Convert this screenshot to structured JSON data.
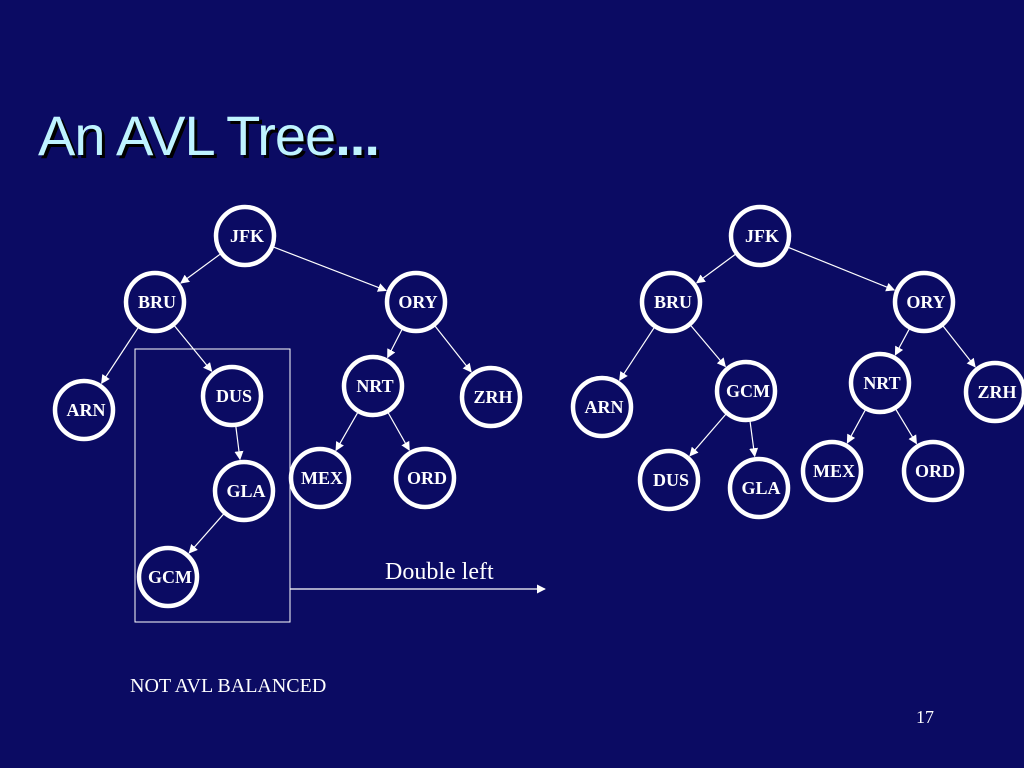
{
  "slide": {
    "title": "An AVL Tree",
    "title_suffix": "...",
    "operation_label": "Double left",
    "status_note": "NOT AVL BALANCED",
    "page_number": "17"
  },
  "colors": {
    "background": "#0b0b63",
    "title_text": "#bff3ff",
    "ink": "#ffffff"
  },
  "trees": [
    {
      "id": "before",
      "nodes": [
        {
          "key": "JFK"
        },
        {
          "key": "BRU"
        },
        {
          "key": "ORY"
        },
        {
          "key": "ARN"
        },
        {
          "key": "DUS"
        },
        {
          "key": "NRT"
        },
        {
          "key": "ZRH"
        },
        {
          "key": "GLA"
        },
        {
          "key": "MEX"
        },
        {
          "key": "ORD"
        },
        {
          "key": "GCM"
        }
      ],
      "edges": [
        [
          "JFK",
          "BRU"
        ],
        [
          "JFK",
          "ORY"
        ],
        [
          "BRU",
          "ARN"
        ],
        [
          "BRU",
          "DUS"
        ],
        [
          "ORY",
          "NRT"
        ],
        [
          "ORY",
          "ZRH"
        ],
        [
          "DUS",
          "GLA"
        ],
        [
          "NRT",
          "MEX"
        ],
        [
          "NRT",
          "ORD"
        ],
        [
          "GLA",
          "GCM"
        ]
      ]
    },
    {
      "id": "after",
      "nodes": [
        {
          "key": "JFK"
        },
        {
          "key": "BRU"
        },
        {
          "key": "ORY"
        },
        {
          "key": "ARN"
        },
        {
          "key": "GCM"
        },
        {
          "key": "NRT"
        },
        {
          "key": "ZRH"
        },
        {
          "key": "DUS"
        },
        {
          "key": "GLA"
        },
        {
          "key": "MEX"
        },
        {
          "key": "ORD"
        }
      ],
      "edges": [
        [
          "JFK",
          "BRU"
        ],
        [
          "JFK",
          "ORY"
        ],
        [
          "BRU",
          "ARN"
        ],
        [
          "BRU",
          "GCM"
        ],
        [
          "ORY",
          "NRT"
        ],
        [
          "ORY",
          "ZRH"
        ],
        [
          "GCM",
          "DUS"
        ],
        [
          "GCM",
          "GLA"
        ],
        [
          "NRT",
          "MEX"
        ],
        [
          "NRT",
          "ORD"
        ]
      ]
    }
  ]
}
